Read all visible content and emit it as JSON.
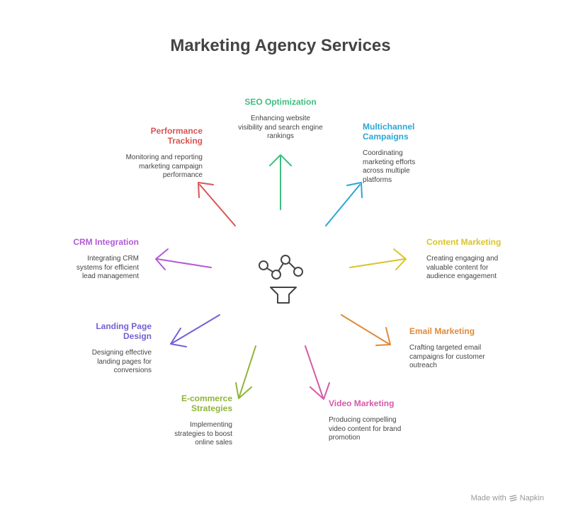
{
  "title": "Marketing Agency Services",
  "center_icon": "network-funnel-icon",
  "services": [
    {
      "label": "SEO Optimization",
      "description": "Enhancing website visibility and search engine rankings",
      "color": "#3dbf7f"
    },
    {
      "label": "Multichannel Campaigns",
      "description": "Coordinating marketing efforts across multiple platforms",
      "color": "#2aa7d6"
    },
    {
      "label": "Content Marketing",
      "description": "Creating engaging and valuable content for audience engagement",
      "color": "#d9c52a"
    },
    {
      "label": "Email Marketing",
      "description": "Crafting targeted email campaigns for customer outreach",
      "color": "#e08a3a"
    },
    {
      "label": "Video Marketing",
      "description": "Producing compelling video content for brand promotion",
      "color": "#d65aa8"
    },
    {
      "label": "E-commerce Strategies",
      "description": "Implementing strategies to boost online sales",
      "color": "#8fb43a"
    },
    {
      "label": "Landing Page Design",
      "description": "Designing effective landing pages for conversions",
      "color": "#7460d6"
    },
    {
      "label": "CRM Integration",
      "description": "Integrating CRM systems for efficient lead management",
      "color": "#b25ad6"
    },
    {
      "label": "Performance Tracking",
      "description": "Monitoring and reporting marketing campaign performance",
      "color": "#d95454"
    }
  ],
  "footer": {
    "made_with": "Made with",
    "brand": "Napkin",
    "icon": "napkin-icon"
  }
}
